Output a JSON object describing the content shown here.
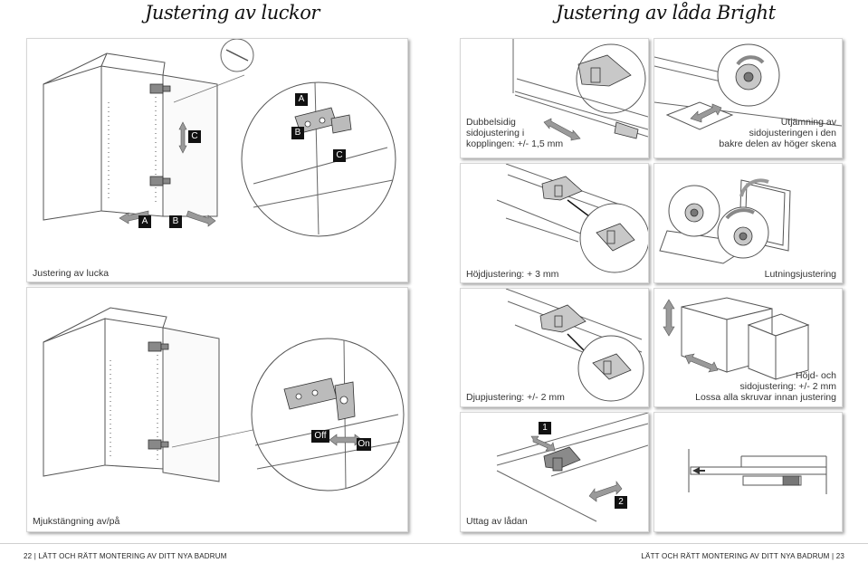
{
  "titles": {
    "left": "Justering av luckor",
    "right": "Justering av låda Bright"
  },
  "panels": {
    "door_adjust": {
      "caption": "Justering av lucka",
      "labels": {
        "c_cabinet": "C",
        "a_arrow": "A",
        "b_arrow": "B",
        "a_hinge": "A",
        "b_hinge": "B",
        "c_hinge": "C"
      }
    },
    "soft_close": {
      "caption": "Mjukstängning av/på",
      "labels": {
        "off": "Off",
        "on": "On"
      }
    },
    "coupling": {
      "caption": "Dubbelsidig\nsidojustering i\nkopplingen: +/- 1,5 mm"
    },
    "rear_rail": {
      "caption": "Utjämning av\nsidojusteringen i den\nbakre delen av höger skena"
    },
    "height": {
      "caption": "Höjdjustering: + 3 mm"
    },
    "tilt": {
      "caption": "Lutningsjustering"
    },
    "depth": {
      "caption": "Djupjustering: +/- 2 mm"
    },
    "height_side": {
      "caption": "Höjd- och\nsidojustering: +/- 2 mm\nLossa alla skruvar innan justering"
    },
    "remove": {
      "caption": "Uttag av lådan",
      "labels": {
        "step1": "1",
        "step2": "2"
      }
    }
  },
  "footer": {
    "left_page": "22",
    "left_text": "LÄTT OCH RÄTT MONTERING AV DITT NYA BADRUM",
    "right_text": "LÄTT OCH RÄTT MONTERING AV DITT NYA BADRUM",
    "right_page": "23"
  }
}
